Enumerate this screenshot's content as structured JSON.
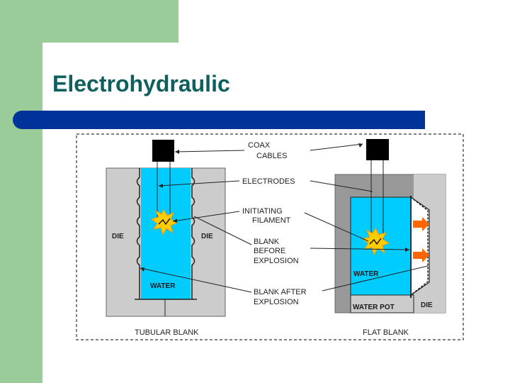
{
  "slide": {
    "title": "Electrohydraulic"
  },
  "diagram": {
    "labels": {
      "coax_line1": "COAX",
      "coax_line2": "CABLES",
      "electrodes": "ELECTRODES",
      "initiating_line1": "INITIATING",
      "initiating_line2": "FILAMENT",
      "before_line1": "BLANK",
      "before_line2": "BEFORE",
      "before_line3": "EXPLOSION",
      "after_line1": "BLANK AFTER",
      "after_line2": "EXPLOSION",
      "die_left": "DIE",
      "die_right": "DIE",
      "water_left": "WATER",
      "water_right": "WATER",
      "water_pot": "WATER POT",
      "die_flat": "DIE",
      "tubular_caption": "TUBULAR BLANK",
      "flat_caption": "FLAT BLANK"
    },
    "colors": {
      "water": "#00ccff",
      "die": "#cccccc",
      "die_dark": "#999999",
      "arrow": "#ff6600",
      "spark_outer": "#ffcc00",
      "spark_inner": "#ff9900",
      "title_bar": "#003399",
      "accent_green": "#99cc99"
    }
  }
}
